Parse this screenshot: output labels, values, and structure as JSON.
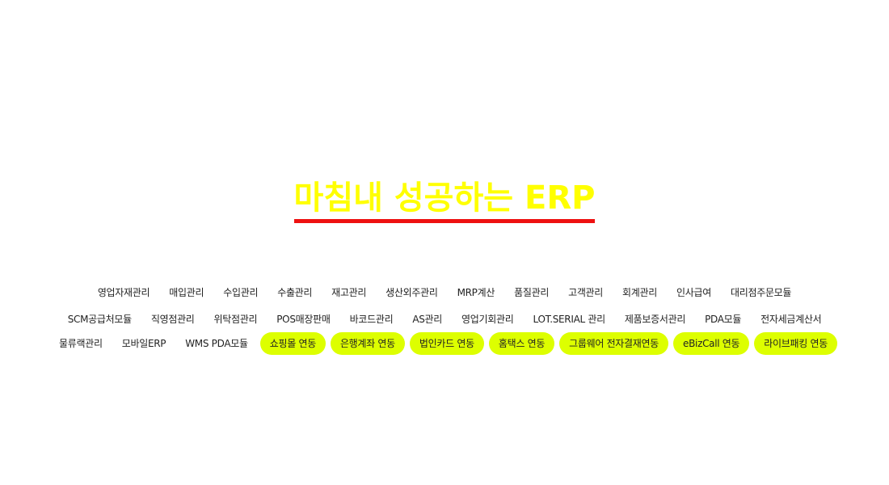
{
  "headline": "마침내 성공하는 ERP",
  "colors": {
    "headline": "#ffff00",
    "underline": "#ee1111",
    "highlight": "#ddff00"
  },
  "rows": [
    [
      {
        "label": "영업자재관리"
      },
      {
        "label": "매입관리"
      },
      {
        "label": "수입관리"
      },
      {
        "label": "수출관리"
      },
      {
        "label": "재고관리"
      },
      {
        "label": "생산외주관리"
      },
      {
        "label": "MRP계산"
      },
      {
        "label": "품질관리"
      },
      {
        "label": "고객관리"
      },
      {
        "label": "회계관리"
      },
      {
        "label": "인사급여"
      },
      {
        "label": "대리점주문모듈"
      }
    ],
    [
      {
        "label": "SCM공급처모듈"
      },
      {
        "label": "직영점관리"
      },
      {
        "label": "위탁점관리"
      },
      {
        "label": "POS매장판매"
      },
      {
        "label": "바코드관리"
      },
      {
        "label": "AS관리"
      },
      {
        "label": "영업기회관리"
      },
      {
        "label": "LOT.SERIAL 관리"
      },
      {
        "label": "제품보증서관리"
      },
      {
        "label": "PDA모듈"
      },
      {
        "label": "전자세금계산서"
      }
    ],
    [
      {
        "label": "물류랙관리"
      },
      {
        "label": "모바일ERP"
      },
      {
        "label": "WMS PDA모듈"
      },
      {
        "label": "쇼핑몰 연동",
        "highlight": true
      },
      {
        "label": "은행계좌 연동",
        "highlight": true
      },
      {
        "label": "법인카드 연동",
        "highlight": true
      },
      {
        "label": "홈택스 연동",
        "highlight": true
      },
      {
        "label": "그룹웨어 전자결재연동",
        "highlight": true
      },
      {
        "label": "eBizCall 연동",
        "highlight": true
      },
      {
        "label": "라이브패킹 연동",
        "highlight": true
      }
    ]
  ]
}
